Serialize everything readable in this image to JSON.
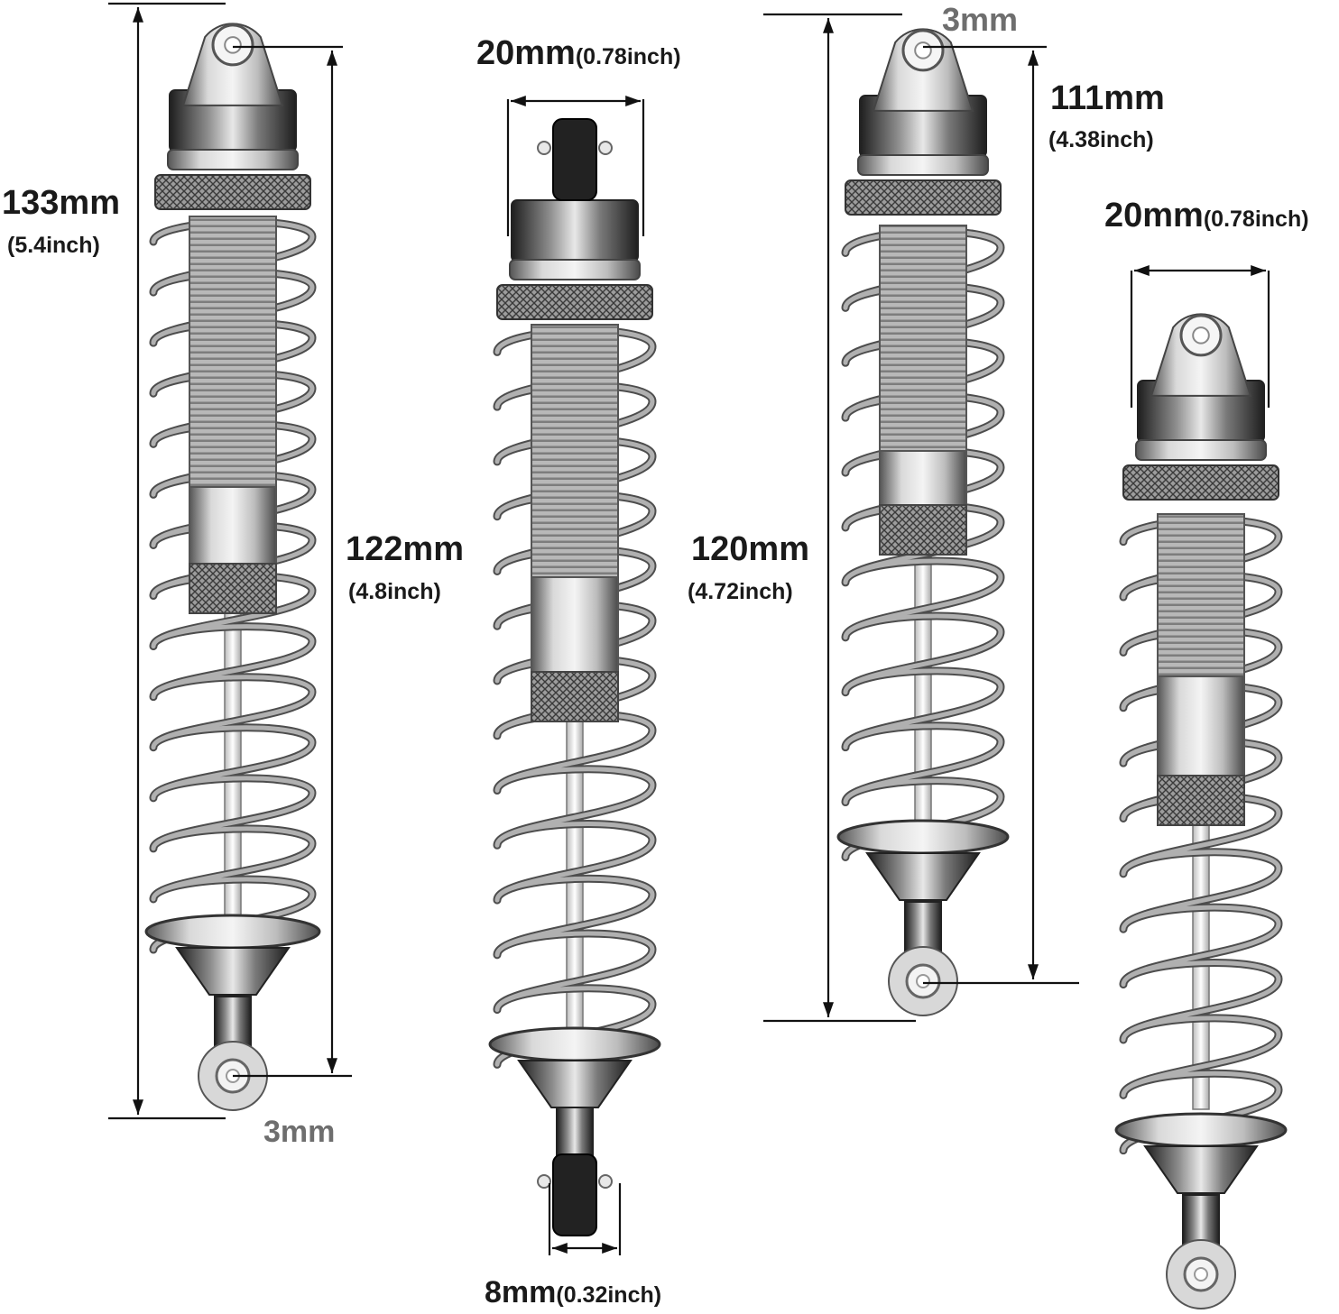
{
  "colors": {
    "metal_light": "#e6e6e6",
    "metal_mid": "#a9a9a9",
    "metal_dark": "#2b2b2b",
    "spring": "#8a8a8a",
    "dimension_line": "#111111",
    "label_grey": "#6e6e6e"
  },
  "shocks": [
    {
      "id": "shock-1",
      "overall_length": "133mm",
      "overall_length_inch": "(5.4inch)",
      "eye_to_eye": "122mm",
      "eye_to_eye_inch": "(4.8inch)",
      "bolt_hole": "3mm"
    },
    {
      "id": "shock-2",
      "body_diameter": "20mm",
      "body_diameter_inch": "(0.78inch)",
      "rod_end_width": "8mm",
      "rod_end_width_inch": "(0.32inch)"
    },
    {
      "id": "shock-3",
      "bolt_hole": "3mm",
      "eye_to_eye": "111mm",
      "eye_to_eye_inch": "(4.38inch)",
      "overall_length": "120mm",
      "overall_length_inch": "(4.72inch)"
    },
    {
      "id": "shock-4",
      "body_diameter": "20mm",
      "body_diameter_inch": "(0.78inch)"
    }
  ]
}
